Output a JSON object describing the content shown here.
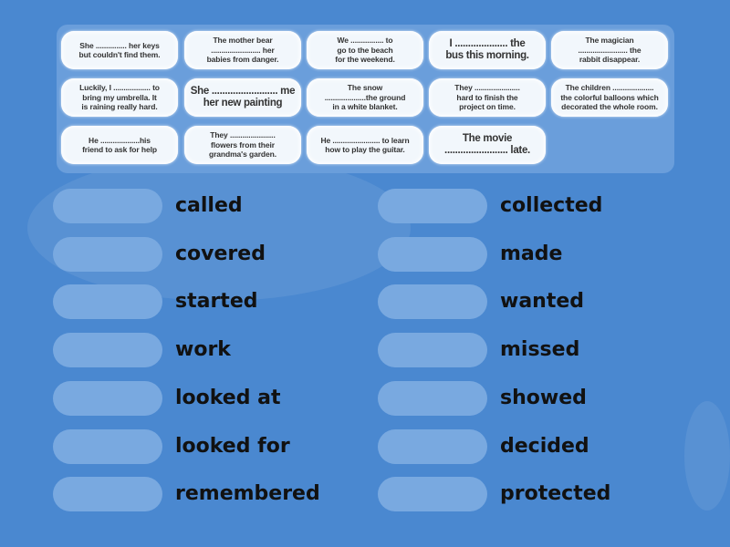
{
  "cards": [
    "She ............... her keys\nbut couldn't find them.",
    "The mother bear\n........................ her\nbabies from danger.",
    "We ................ to\ngo to the beach\nfor the weekend.",
    "I .................... the\nbus this morning.",
    "The magician\n........................ the\nrabbit disappear.",
    "Luckily, I .................. to\nbring my umbrella. It\nis raining really hard.",
    "She ......................... me\nher new painting",
    "The snow\n....................the ground\nin a white blanket.",
    "They ......................\nhard to finish the\nproject on time.",
    "The children ....................\nthe colorful balloons which\ndecorated the whole room.",
    "He ...................his\nfriend to ask for help",
    "They ......................\nflowers from their\ngrandma's garden.",
    "He ....................... to learn\nhow to play the guitar.",
    "The movie\n........................ late."
  ],
  "answers_left": [
    "called",
    "covered",
    "started",
    "work",
    "looked at",
    "looked for",
    "remembered"
  ],
  "answers_right": [
    "collected",
    "made",
    "wanted",
    "missed",
    "showed",
    "decided",
    "protected"
  ]
}
